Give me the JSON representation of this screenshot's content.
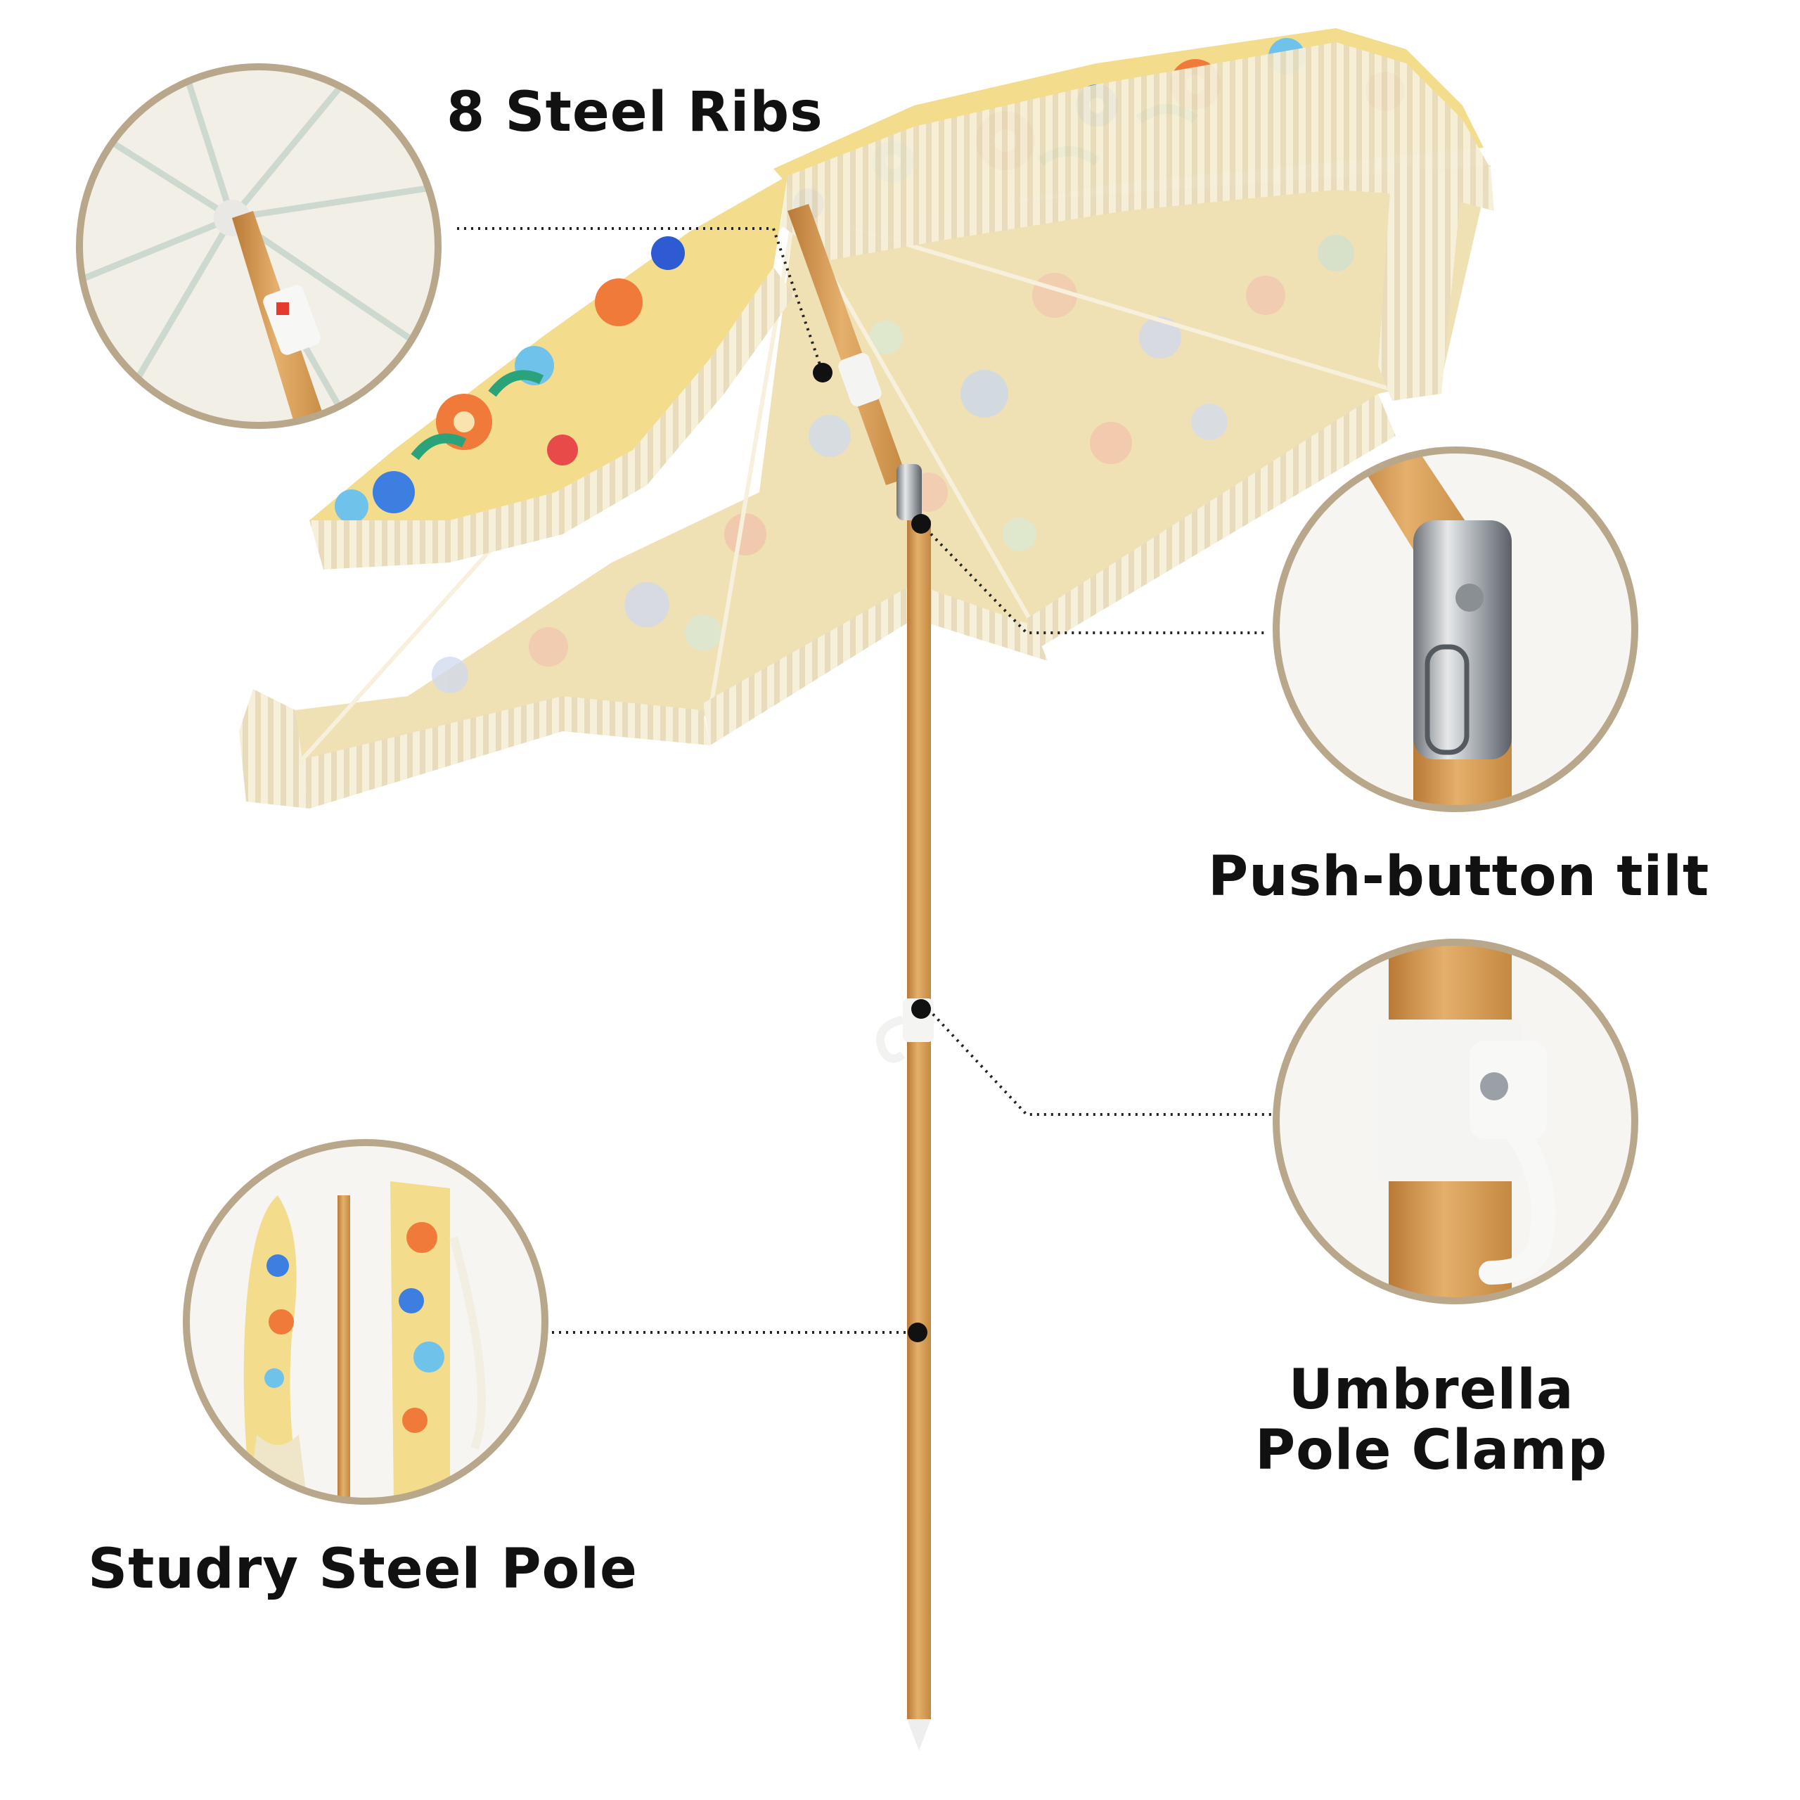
{
  "labels": {
    "steel_ribs": "8 Steel Ribs",
    "push_button_tilt": "Push-button tilt",
    "pole_clamp_line1": "Umbrella",
    "pole_clamp_line2": "Pole Clamp",
    "sturdy_pole": "Studry Steel Pole"
  },
  "colors": {
    "circle_border": "#b9a78b",
    "fringe": "#efe5c9",
    "canopy_base": "#f3dc8c",
    "canopy_inner": "#efe1b4",
    "pole_wood": "#d9a25a",
    "leader_line": "#222222"
  }
}
